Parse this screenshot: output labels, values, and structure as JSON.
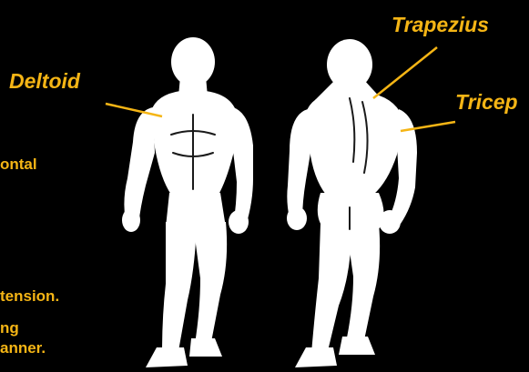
{
  "colors": {
    "accent": "#f5b515",
    "figure": "#ffffff",
    "background": "#000000",
    "detail": "#1a1a1a"
  },
  "labels": {
    "deltoid": "Deltoid",
    "trapezius": "Trapezius",
    "triceps": "Tricep"
  },
  "side_text": {
    "line1": "ontal",
    "line2": "tension.",
    "line3": "ng",
    "line4": "anner."
  },
  "icons": {
    "front_figure": "front-body-silhouette",
    "back_figure": "back-body-silhouette"
  }
}
